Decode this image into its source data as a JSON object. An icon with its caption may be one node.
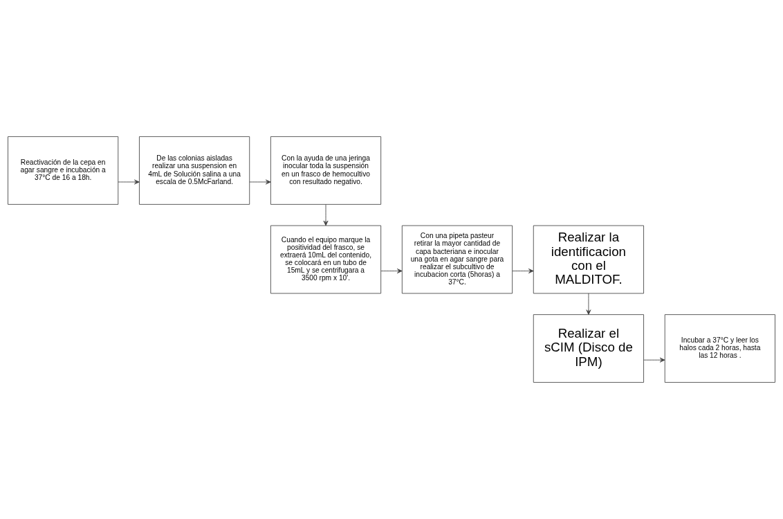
{
  "diagram": {
    "nodes": [
      {
        "text": [
          "Reactivación de la cepa en agar sangre e incubación a 37°C de 16 a 18h."
        ]
      },
      {
        "text": [
          "De las colonias aisladas realizar una suspension en 4mL de Solución salina a una escala de 0.5McFarland."
        ]
      },
      {
        "text": [
          "Con la ayuda de una jeringa inocular toda la suspensión en un frasco de hemocultivo con resultado negativo."
        ]
      },
      {
        "text": [
          "Cuando el equipo marque la positividad del frasco, se extraerá 10mL del contenido, se colocará en un tubo de 15mL y se centrifugara a 3500 rpm x 10'."
        ]
      },
      {
        "text": [
          "Con una pipeta pasteur retirar la mayor cantidad de capa bacteriana e inocular una gota en agar sangre para realizar el subcultivo de incubacion corta (5horas) a 37°C."
        ]
      },
      {
        "text": [
          "Realizar la identificacion con el MALDITOF."
        ]
      },
      {
        "text": [
          "Realizar el sCIM (Disco de IPM)"
        ]
      },
      {
        "text": [
          "Incubar a 37°C y leer los halos cada 2 horas, hasta las 12 horas ."
        ]
      }
    ],
    "edges": [
      {
        "from": 0,
        "to": 1,
        "arrow": "to"
      },
      {
        "from": 1,
        "to": 2,
        "arrow": "to"
      },
      {
        "from": 2,
        "to": 3,
        "arrow": "to"
      },
      {
        "from": 3,
        "to": 4,
        "arrow": "to"
      },
      {
        "from": 4,
        "to": 5,
        "arrow": "to"
      },
      {
        "from": 5,
        "to": 6,
        "arrow": "to"
      },
      {
        "from": 6,
        "to": 7,
        "arrow": "to"
      }
    ]
  }
}
